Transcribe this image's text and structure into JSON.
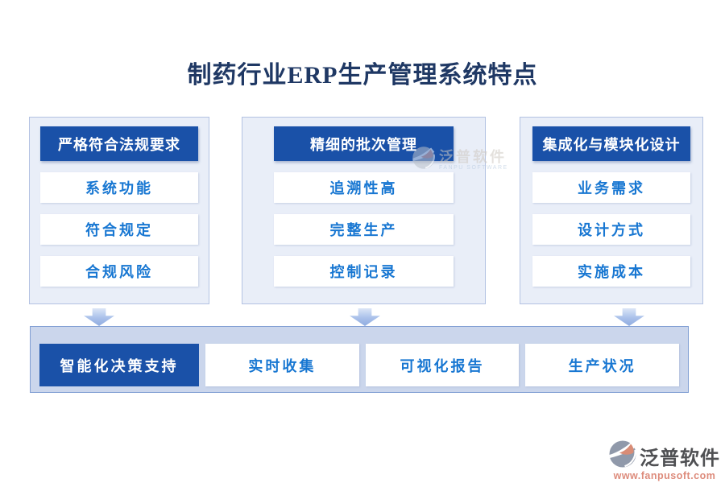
{
  "title": "制药行业ERP生产管理系统特点",
  "columns": [
    {
      "header": "严格符合法规要求",
      "items": [
        "系统功能",
        "符合规定",
        "合规风险"
      ]
    },
    {
      "header": "精细的批次管理",
      "items": [
        "追溯性高",
        "完整生产",
        "控制记录"
      ]
    },
    {
      "header": "集成化与模块化设计",
      "items": [
        "业务需求",
        "设计方式",
        "实施成本"
      ]
    }
  ],
  "bottom_bar": {
    "highlight": "智能化决策支持",
    "items": [
      "实时收集",
      "可视化报告",
      "生产状况"
    ]
  },
  "watermark": {
    "text": "泛普软件",
    "subtext": "FANPU SOFTWARE"
  },
  "brand": {
    "name": "泛普软件",
    "url": "www.fanpusoft.com"
  },
  "colors": {
    "title_text": "#1F3864",
    "header_bg": "#1A51A8",
    "header_text": "#FFFFFF",
    "item_text": "#1877D2",
    "column_bg": "#E9EEF8",
    "column_border": "#B3C2E2",
    "bottom_bar_bg": "#CBD6EC",
    "bottom_bar_border": "#7F9DD3",
    "arrow": "#9FB9E6",
    "brand_url_text": "#DD8B7B"
  }
}
